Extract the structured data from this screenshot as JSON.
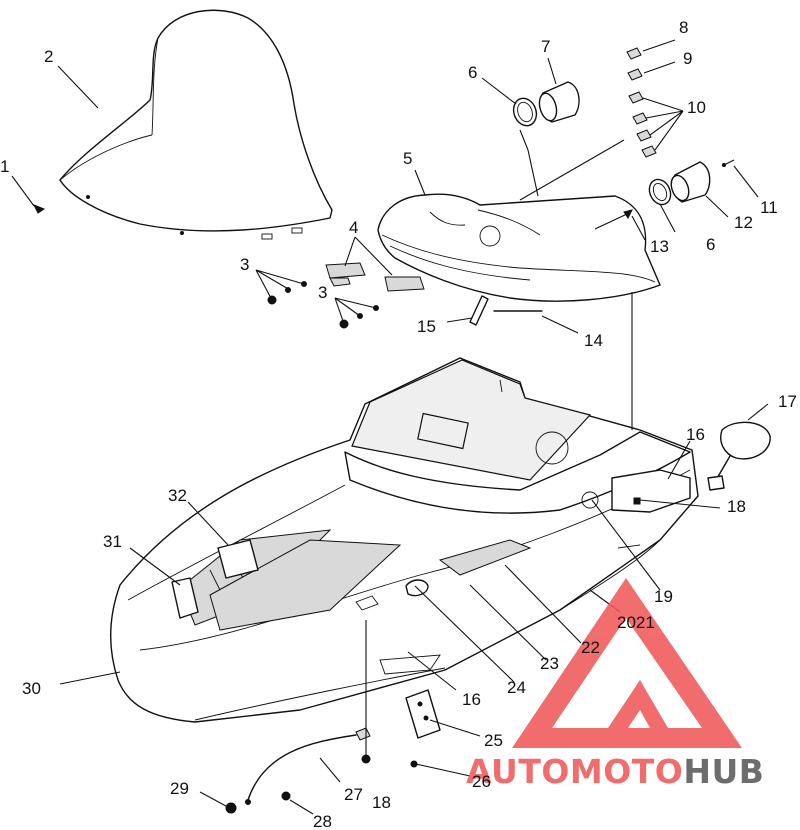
{
  "diagram": {
    "callouts": [
      {
        "id": "c1",
        "text": "1"
      },
      {
        "id": "c2",
        "text": "2"
      },
      {
        "id": "c3a",
        "text": "3"
      },
      {
        "id": "c3b",
        "text": "3"
      },
      {
        "id": "c4",
        "text": "4"
      },
      {
        "id": "c5",
        "text": "5"
      },
      {
        "id": "c6a",
        "text": "6"
      },
      {
        "id": "c6b",
        "text": "6"
      },
      {
        "id": "c7",
        "text": "7"
      },
      {
        "id": "c8",
        "text": "8"
      },
      {
        "id": "c9",
        "text": "9"
      },
      {
        "id": "c10",
        "text": "10"
      },
      {
        "id": "c11",
        "text": "11"
      },
      {
        "id": "c12",
        "text": "12"
      },
      {
        "id": "c13",
        "text": "13"
      },
      {
        "id": "c14",
        "text": "14"
      },
      {
        "id": "c15",
        "text": "15"
      },
      {
        "id": "c16a",
        "text": "16"
      },
      {
        "id": "c16b",
        "text": "16"
      },
      {
        "id": "c17",
        "text": "17"
      },
      {
        "id": "c18a",
        "text": "18"
      },
      {
        "id": "c18b",
        "text": "18"
      },
      {
        "id": "c19",
        "text": "19"
      },
      {
        "id": "c2021",
        "text": "2021"
      },
      {
        "id": "c22",
        "text": "22"
      },
      {
        "id": "c23",
        "text": "23"
      },
      {
        "id": "c24",
        "text": "24"
      },
      {
        "id": "c25",
        "text": "25"
      },
      {
        "id": "c26",
        "text": "26"
      },
      {
        "id": "c27",
        "text": "27"
      },
      {
        "id": "c28",
        "text": "28"
      },
      {
        "id": "c29",
        "text": "29"
      },
      {
        "id": "c30",
        "text": "30"
      },
      {
        "id": "c31",
        "text": "31"
      },
      {
        "id": "c32",
        "text": "32"
      }
    ]
  },
  "watermark": {
    "part1": "AUTOMOTO",
    "part2": "HUB",
    "color_main": "#f05a5a",
    "color_secondary": "#5a5a5a"
  }
}
